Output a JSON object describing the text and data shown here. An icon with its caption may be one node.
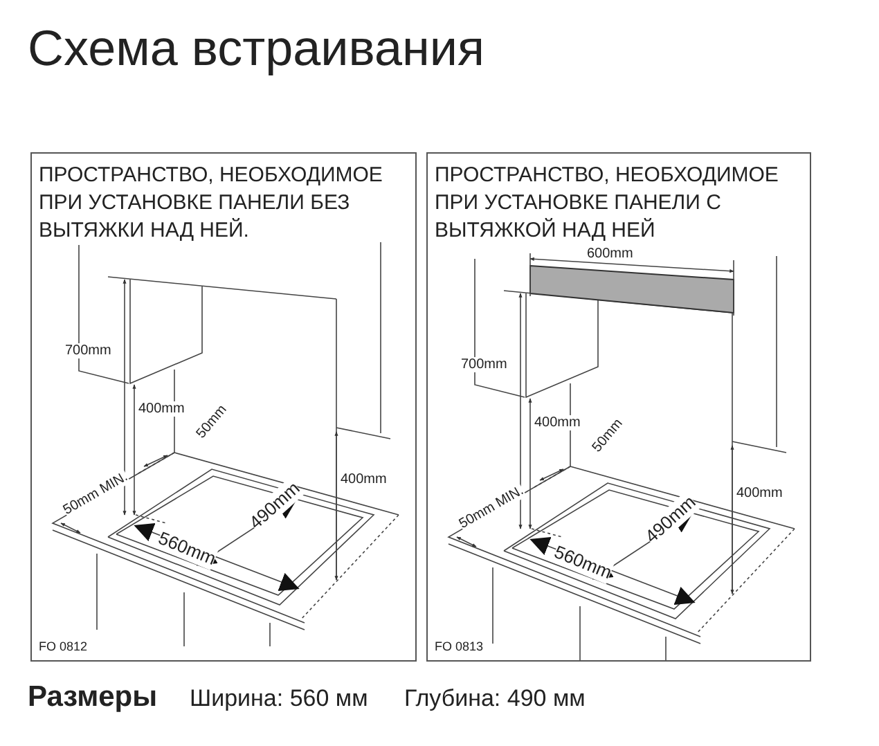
{
  "diagram": {
    "title": "Схема встраивания",
    "nodes": [
      {
        "text": [
          "ПРОСТРАНСТВО, НЕОБХОДИМОЕ ПРИ УСТАНОВКЕ ПАНЕЛИ БЕЗ ВЫТЯЖКИ НАД НЕЙ.",
          "FO 0812"
        ]
      },
      {
        "text": [
          "ПРОСТРАНСТВО, НЕОБХОДИМОЕ ПРИ УСТАНОВКЕ ПАНЕЛИ С ВЫТЯЖКОЙ НАД НЕЙ",
          "FO 0813"
        ]
      }
    ],
    "labels": [
      "700mm",
      "400mm",
      "50mm",
      "400mm",
      "50mm MIN.",
      "560mm",
      "490mm",
      "600mm",
      "700mm",
      "400mm",
      "50mm",
      "400mm",
      "50mm MIN.",
      "560mm",
      "490mm",
      "Размеры",
      "Ширина: 560 мм",
      "Глубина: 490 мм"
    ]
  }
}
